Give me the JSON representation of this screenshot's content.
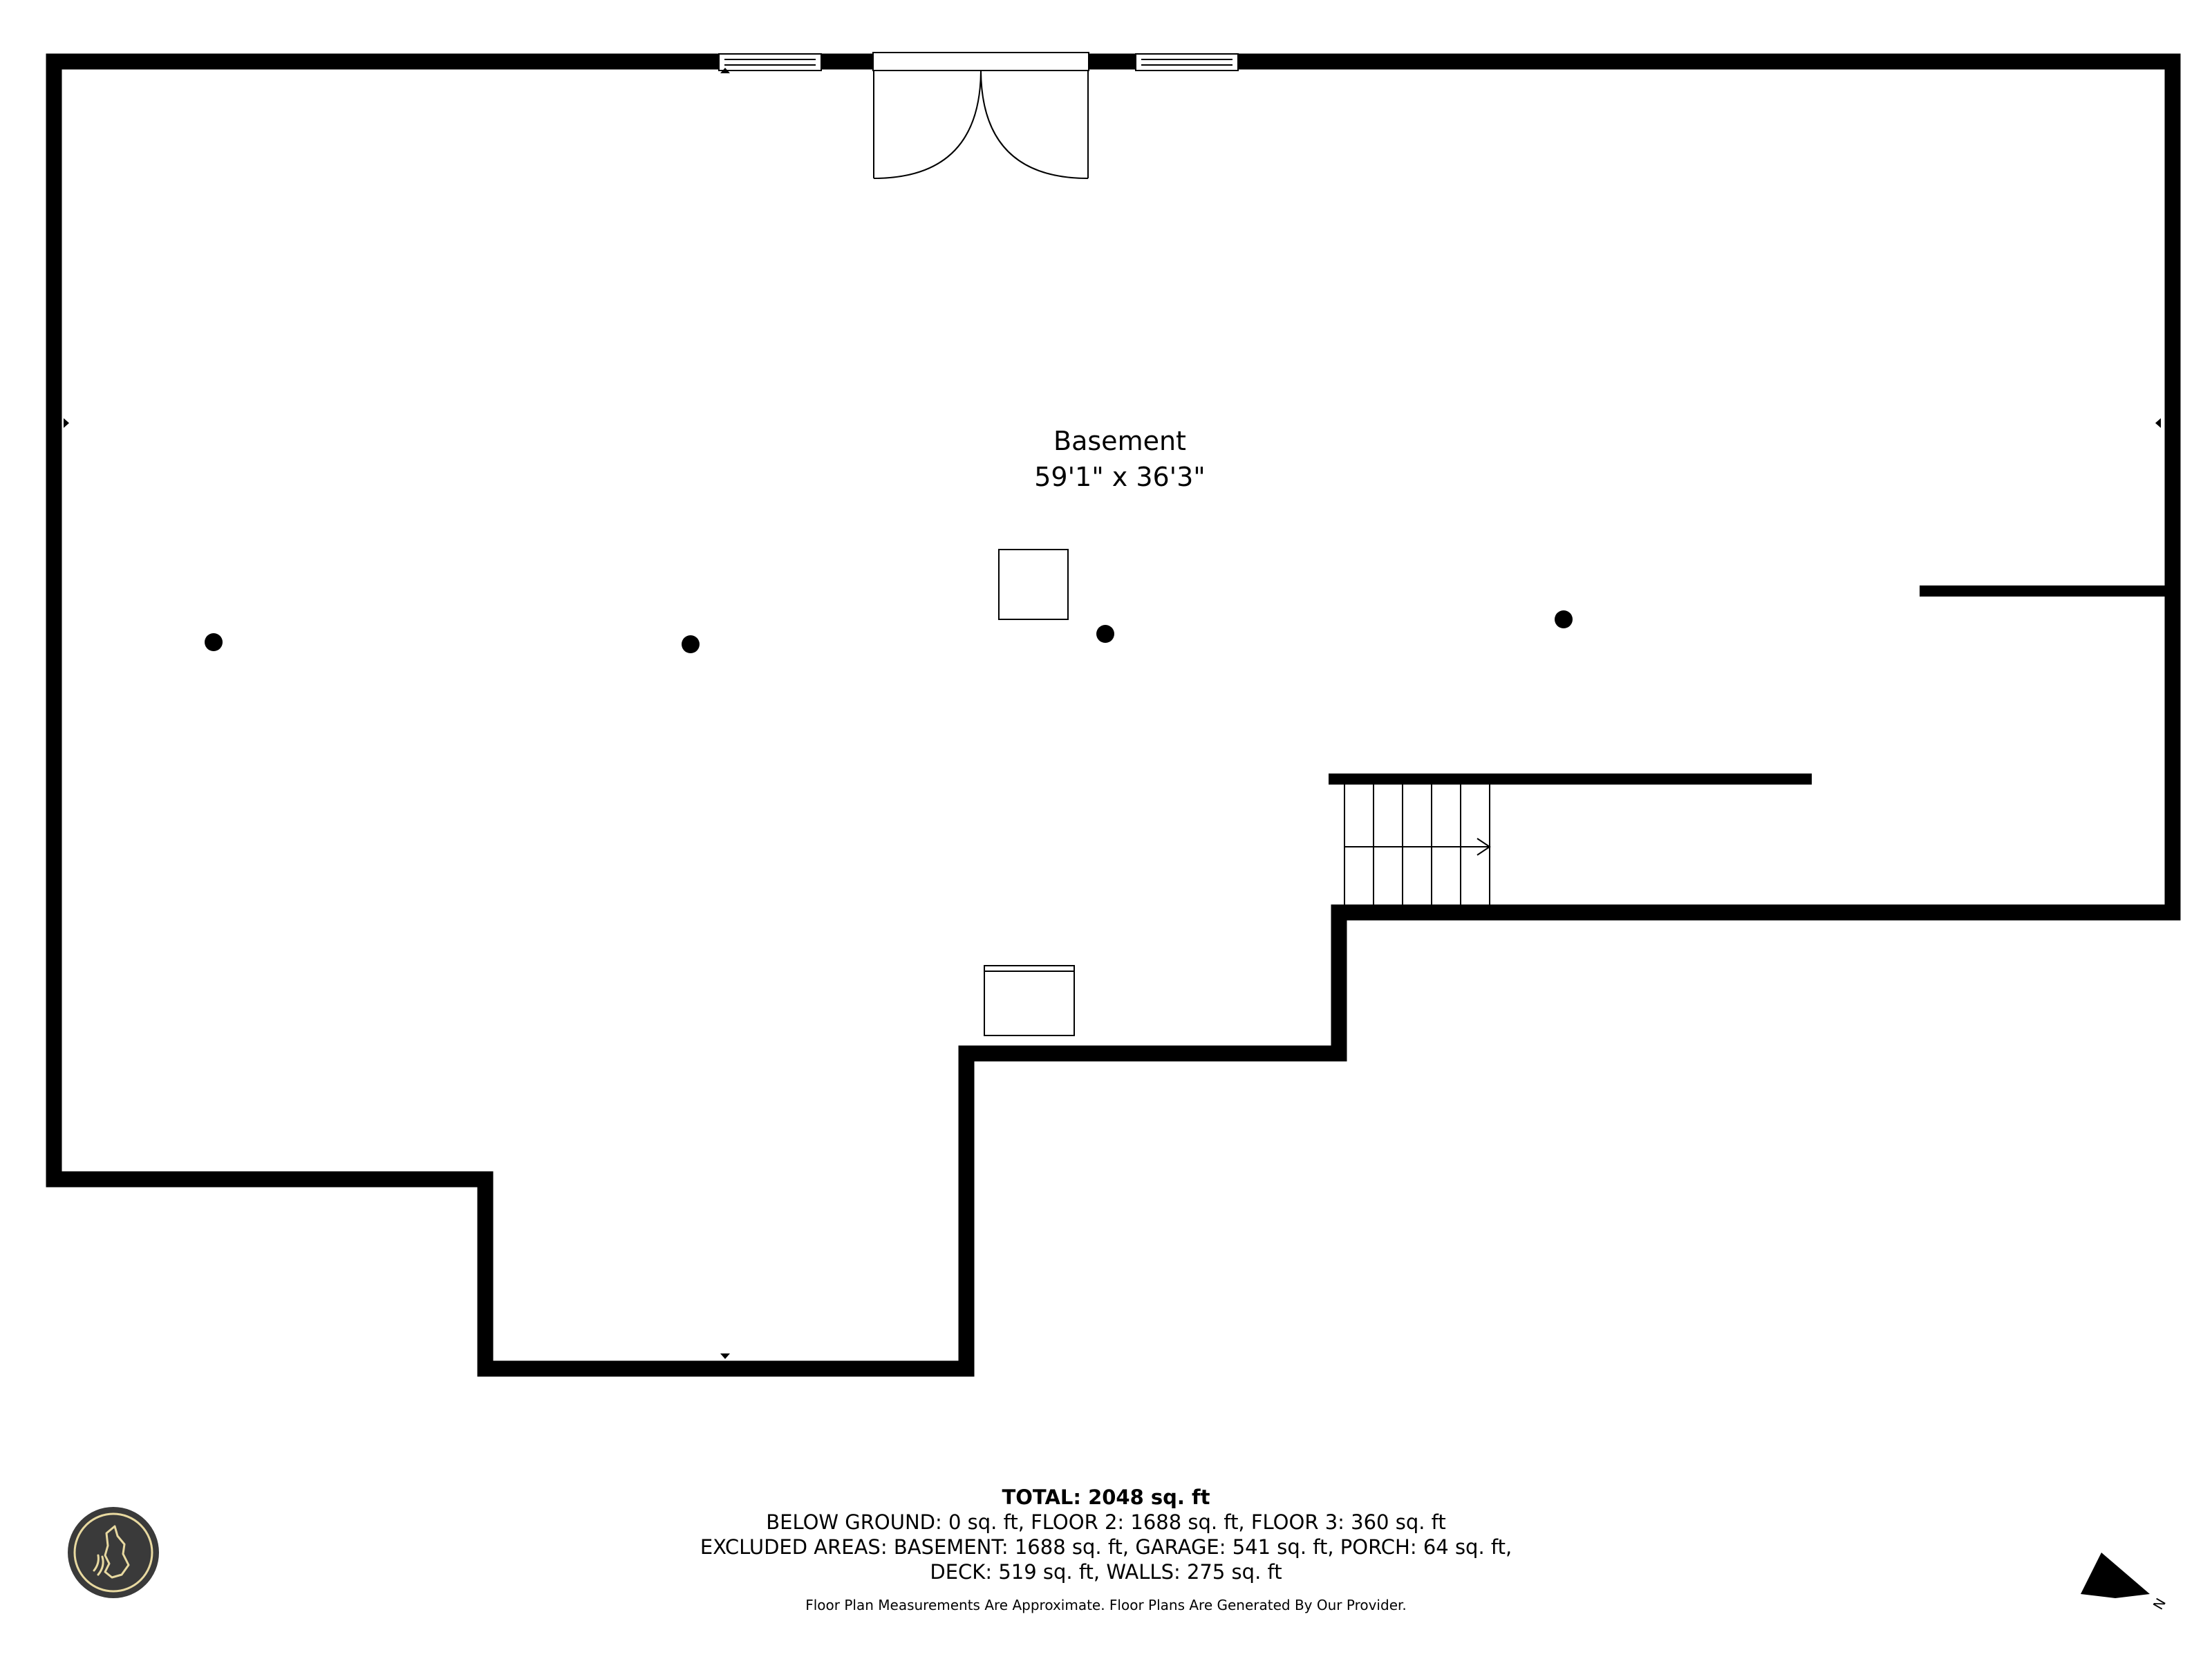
{
  "room": {
    "name": "Basement",
    "dimensions": "59'1\" x 36'3\""
  },
  "summary": {
    "total": "TOTAL: 2048 sq. ft",
    "below_ground": "BELOW GROUND: 0 sq. ft, FLOOR 2: 1688 sq. ft, FLOOR 3: 360 sq. ft",
    "excluded_1": "EXCLUDED AREAS: BASEMENT: 1688 sq. ft, GARAGE: 541 sq. ft, PORCH: 64 sq. ft,",
    "excluded_2": "DECK: 519 sq. ft, WALLS: 275 sq. ft",
    "disclaimer": "Floor Plan Measurements Are Approximate. Floor Plans Are Generated By Our Provider."
  },
  "compass": {
    "label": "N"
  },
  "colors": {
    "wall": "#000000",
    "logo_bg": "#3a3a3a",
    "logo_fg": "#e8d9a0"
  }
}
